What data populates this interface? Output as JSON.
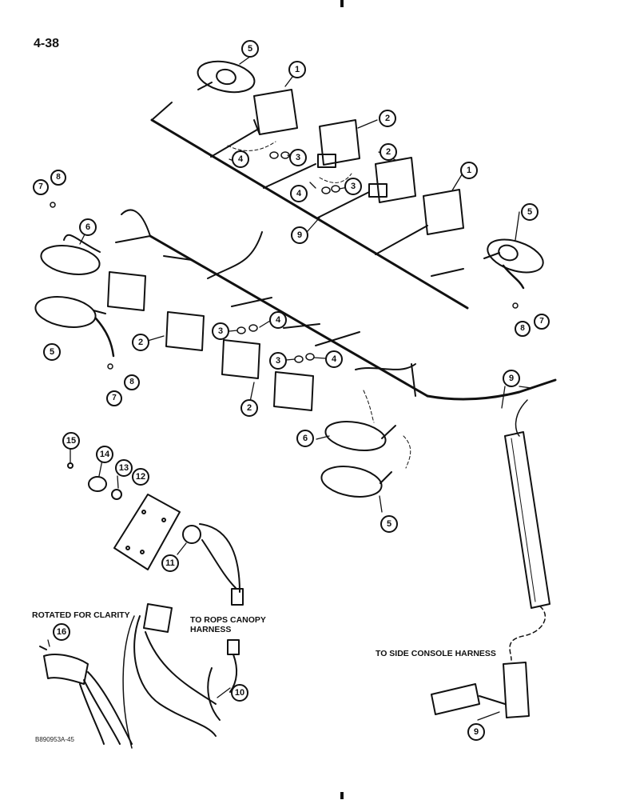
{
  "page_number": "4-38",
  "figure_code": "B890953A-45",
  "notes": {
    "rotated": "ROTATED FOR CLARITY",
    "rops_line1": "TO ROPS CANOPY",
    "rops_line2": "HARNESS",
    "side_console": "TO SIDE CONSOLE HARNESS"
  },
  "callouts": {
    "c1": "1",
    "c2": "2",
    "c3": "3",
    "c4": "4",
    "c5": "5",
    "c6": "6",
    "c7": "7",
    "c8": "8",
    "c9": "9",
    "c10": "10",
    "c11": "11",
    "c12": "12",
    "c13": "13",
    "c14": "14",
    "c15": "15",
    "c16": "16"
  }
}
